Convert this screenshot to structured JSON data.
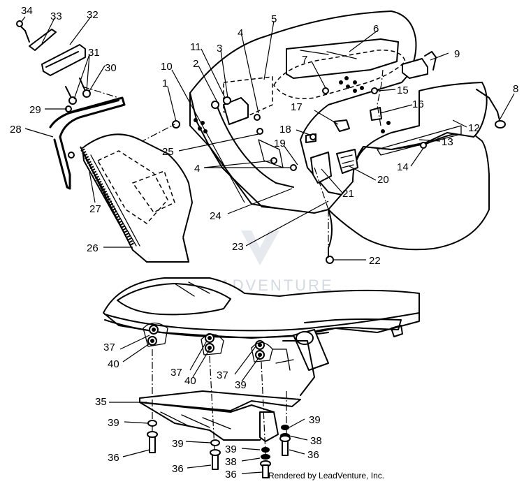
{
  "diagram": {
    "watermark": "LEADVENTURE",
    "footer": "Rendered by LeadVenture, Inc.",
    "callouts": [
      {
        "id": "c34",
        "text": "34"
      },
      {
        "id": "c33",
        "text": "33"
      },
      {
        "id": "c32",
        "text": "32"
      },
      {
        "id": "c31",
        "text": "31"
      },
      {
        "id": "c30",
        "text": "30"
      },
      {
        "id": "c29",
        "text": "29"
      },
      {
        "id": "c28",
        "text": "28"
      },
      {
        "id": "c27",
        "text": "27"
      },
      {
        "id": "c26",
        "text": "26"
      },
      {
        "id": "c10",
        "text": "10"
      },
      {
        "id": "c1",
        "text": "1"
      },
      {
        "id": "c11",
        "text": "11"
      },
      {
        "id": "c2",
        "text": "2"
      },
      {
        "id": "c3",
        "text": "3"
      },
      {
        "id": "c4a",
        "text": "4"
      },
      {
        "id": "c5",
        "text": "5"
      },
      {
        "id": "c6",
        "text": "6"
      },
      {
        "id": "c7",
        "text": "7"
      },
      {
        "id": "c9",
        "text": "9"
      },
      {
        "id": "c8",
        "text": "8"
      },
      {
        "id": "c15",
        "text": "15"
      },
      {
        "id": "c16",
        "text": "16"
      },
      {
        "id": "c17",
        "text": "17"
      },
      {
        "id": "c18",
        "text": "18"
      },
      {
        "id": "c19",
        "text": "19"
      },
      {
        "id": "c25",
        "text": "25"
      },
      {
        "id": "c4b",
        "text": "4"
      },
      {
        "id": "c12",
        "text": "12"
      },
      {
        "id": "c13",
        "text": "13"
      },
      {
        "id": "c14",
        "text": "14"
      },
      {
        "id": "c20",
        "text": "20"
      },
      {
        "id": "c21",
        "text": "21"
      },
      {
        "id": "c24",
        "text": "24"
      },
      {
        "id": "c23",
        "text": "23"
      },
      {
        "id": "c22",
        "text": "22"
      },
      {
        "id": "c37a",
        "text": "37"
      },
      {
        "id": "c40a",
        "text": "40"
      },
      {
        "id": "c37b",
        "text": "37"
      },
      {
        "id": "c40b",
        "text": "40"
      },
      {
        "id": "c37c",
        "text": "37"
      },
      {
        "id": "c39a",
        "text": "39"
      },
      {
        "id": "c35",
        "text": "35"
      },
      {
        "id": "c39b",
        "text": "39"
      },
      {
        "id": "c36a",
        "text": "36"
      },
      {
        "id": "c39c",
        "text": "39"
      },
      {
        "id": "c36b",
        "text": "36"
      },
      {
        "id": "c39d",
        "text": "39"
      },
      {
        "id": "c38a",
        "text": "38"
      },
      {
        "id": "c36c",
        "text": "36"
      },
      {
        "id": "c39e",
        "text": "39"
      },
      {
        "id": "c38b",
        "text": "38"
      },
      {
        "id": "c36d",
        "text": "36"
      }
    ]
  }
}
